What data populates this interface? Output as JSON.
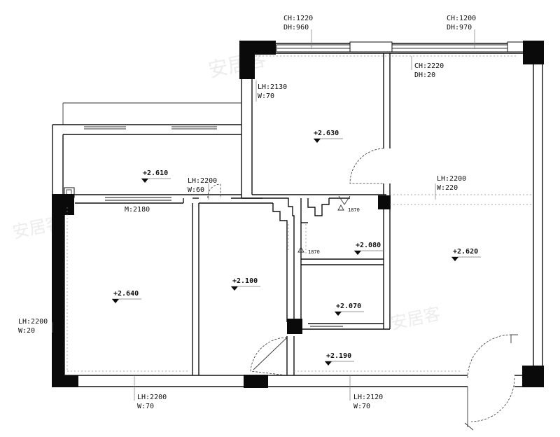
{
  "window_head": [
    {
      "ch": "CH:1220",
      "dh": "DH:960"
    },
    {
      "ch": "CH:1200",
      "dh": "DH:970"
    },
    {
      "ch": "CH:2220",
      "dh": "DH:20"
    }
  ],
  "lintels": {
    "upper_left_room": {
      "lh": "LH:2130",
      "w": "W:70"
    },
    "corridor_door": {
      "lh": "LH:2200",
      "w": "W:60"
    },
    "living_hall": {
      "lh": "LH:2200",
      "w": "W:220"
    },
    "west_wall": {
      "lh": "LH:2200",
      "w": "W:20"
    },
    "south_left": {
      "lh": "LH:2200",
      "w": "W:70"
    },
    "south_right": {
      "lh": "LH:2120",
      "w": "W:70"
    }
  },
  "opening_label": "M:2180",
  "levels": {
    "bedroom_north": "+2.630",
    "balcony": "+2.610",
    "bedroom_sw": "+2.640",
    "room_mid": "+2.100",
    "bath_upper": "+2.080",
    "bath_lower": "+2.070",
    "living": "+2.620",
    "entry": "+2.190"
  },
  "spot_heights": [
    "1870",
    "1870"
  ],
  "watermark": "安居客"
}
